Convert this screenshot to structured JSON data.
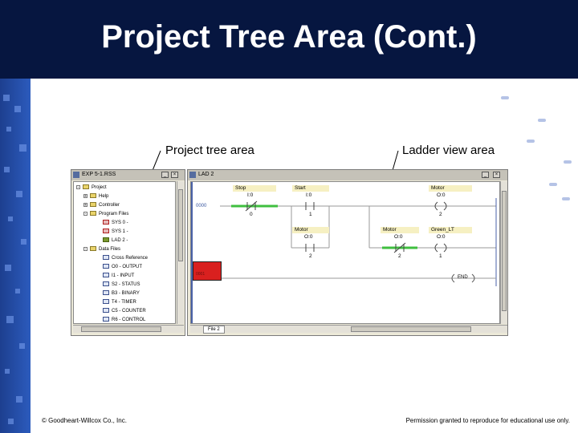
{
  "slide": {
    "title": "Project Tree Area (Cont.)",
    "footer_left": "© Goodheart-Willcox Co., Inc.",
    "footer_right": "Permission granted to reproduce for educational use only."
  },
  "callouts": {
    "project_tree": "Project tree area",
    "ladder_view": "Ladder view area"
  },
  "tree_window": {
    "title": "EXP 5-1.RSS",
    "items": [
      {
        "label": "Project",
        "icon": "folder-icon"
      },
      {
        "label": "Help",
        "icon": "folder-icon"
      },
      {
        "label": "Controller",
        "icon": "folder-icon"
      },
      {
        "label": "Program Files",
        "icon": "folder-icon"
      },
      {
        "label": "SYS 0 -",
        "icon": "program-file-icon"
      },
      {
        "label": "SYS 1 -",
        "icon": "program-file-icon"
      },
      {
        "label": "LAD 2 -",
        "icon": "ladder-file-icon"
      },
      {
        "label": "Data Files",
        "icon": "folder-icon"
      },
      {
        "label": "Cross Reference",
        "icon": "data-file-icon"
      },
      {
        "label": "O0 - OUTPUT",
        "icon": "data-file-icon"
      },
      {
        "label": "I1 - INPUT",
        "icon": "data-file-icon"
      },
      {
        "label": "S2 - STATUS",
        "icon": "data-file-icon"
      },
      {
        "label": "B3 - BINARY",
        "icon": "data-file-icon"
      },
      {
        "label": "T4 - TIMER",
        "icon": "data-file-icon"
      },
      {
        "label": "C5 - COUNTER",
        "icon": "data-file-icon"
      },
      {
        "label": "R6 - CONTROL",
        "icon": "data-file-icon"
      }
    ]
  },
  "ladder_window": {
    "title": "LAD 2",
    "rung0_number": "0000",
    "end_rung_number": "0001",
    "end_label": "END",
    "file_tab": "File 2",
    "elements": {
      "stop": {
        "label": "Stop",
        "address": "I:0",
        "bit": "0"
      },
      "start": {
        "label": "Start",
        "address": "I:0",
        "bit": "1"
      },
      "motor_out": {
        "label": "Motor",
        "address": "O:0",
        "bit": "2"
      },
      "motor_branch": {
        "label": "Motor",
        "address": "O:0",
        "bit": "2"
      },
      "motor_nc": {
        "label": "Motor",
        "address": "O:0",
        "bit": "2"
      },
      "green_lt": {
        "label": "Green_LT",
        "address": "O:0",
        "bit": "1"
      }
    }
  },
  "colors": {
    "title_bar": "#061640",
    "energized": "#3fbf3f",
    "end_cell": "#d9201f",
    "label_bg": "#f6f0c2"
  }
}
